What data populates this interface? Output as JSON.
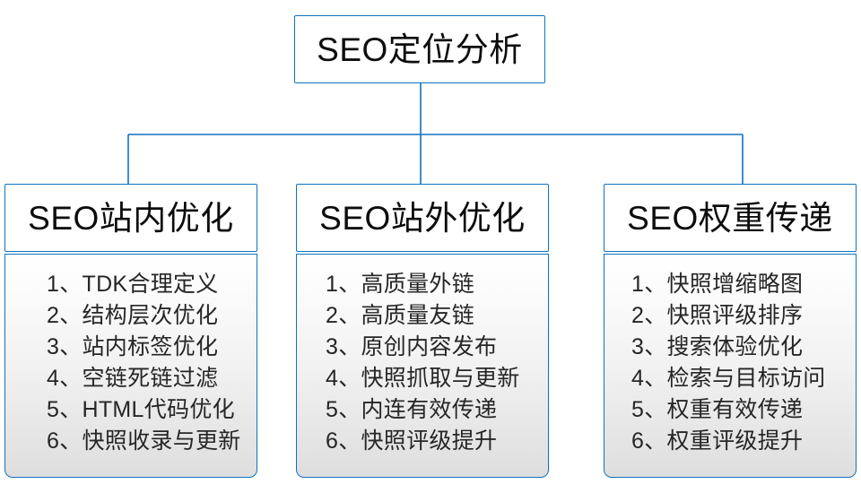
{
  "diagram": {
    "type": "organization-tree",
    "accent_color": "#1072c0",
    "text_color": "#0d0d0d",
    "list_text_color": "#262626",
    "root": {
      "label": "SEO定位分析"
    },
    "branches": [
      {
        "title": "SEO站内优化",
        "items": [
          "1、TDK合理定义",
          "2、结构层次优化",
          "3、站内标签优化",
          "4、空链死链过滤",
          "5、HTML代码优化",
          "6、快照收录与更新"
        ]
      },
      {
        "title": "SEO站外优化",
        "items": [
          "1、高质量外链",
          "2、高质量友链",
          "3、原创内容发布",
          "4、快照抓取与更新",
          "5、内连有效传递",
          "6、快照评级提升"
        ]
      },
      {
        "title": "SEO权重传递",
        "items": [
          "1、快照增缩略图",
          "2、快照评级排序",
          "3、搜索体验优化",
          "4、检索与目标访问",
          "5、权重有效传递",
          "6、权重评级提升"
        ]
      }
    ]
  }
}
